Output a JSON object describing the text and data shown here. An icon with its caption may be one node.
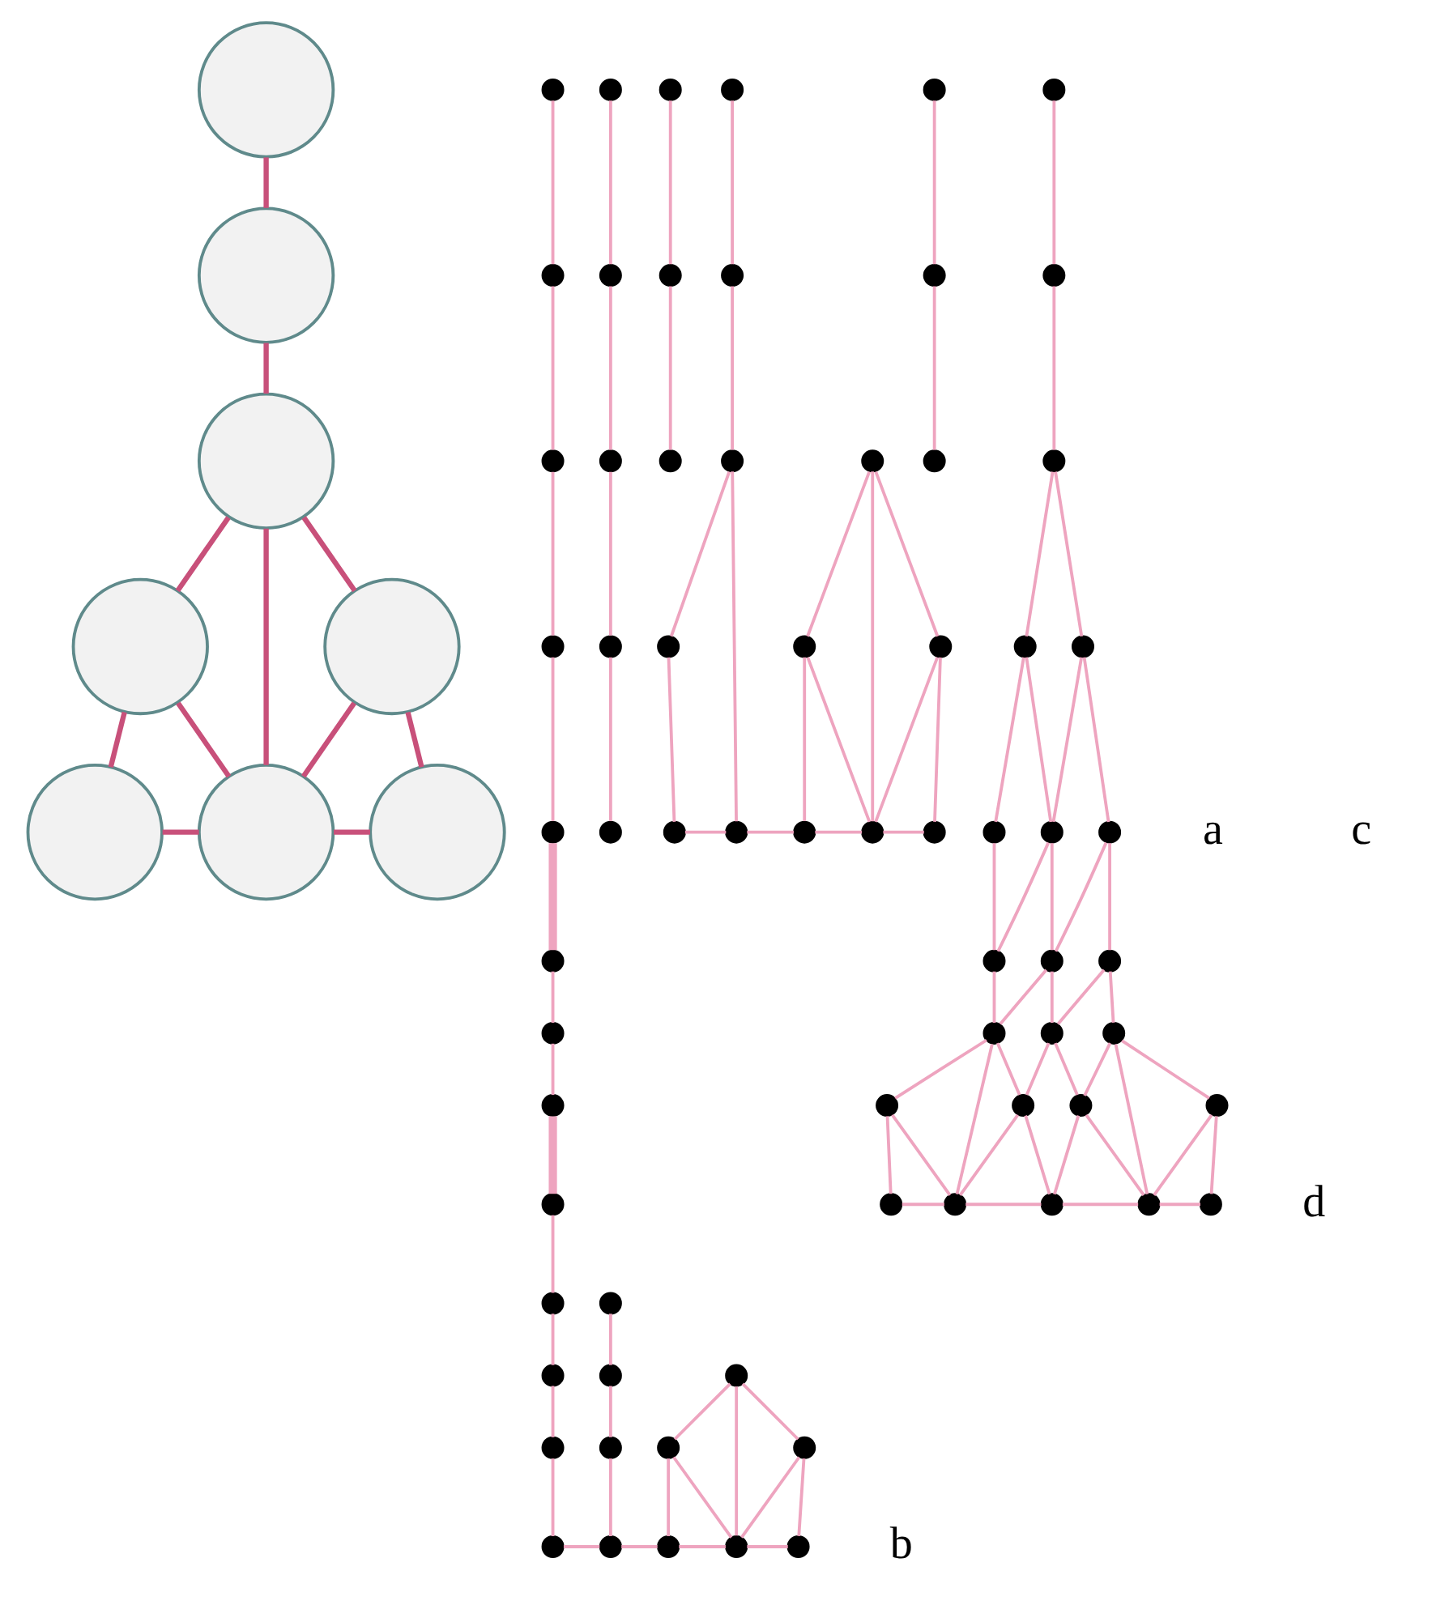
{
  "diagram": {
    "nodes": [
      {
        "text": [],
        "shape": "circle"
      },
      {
        "text": [],
        "shape": "circle"
      },
      {
        "text": [],
        "shape": "circle"
      },
      {
        "text": [],
        "shape": "circle"
      },
      {
        "text": [],
        "shape": "circle"
      },
      {
        "text": [],
        "shape": "circle"
      },
      {
        "text": [],
        "shape": "circle"
      },
      {
        "text": [],
        "shape": "circle"
      },
      {
        "text": [],
        "shape": "circle"
      },
      {
        "text": [],
        "shape": "circle"
      },
      {
        "text": [],
        "shape": "circle"
      },
      {
        "text": [],
        "shape": "circle"
      },
      {
        "text": [],
        "shape": "circle"
      },
      {
        "text": [],
        "shape": "circle"
      },
      {
        "text": [],
        "shape": "circle"
      },
      {
        "text": [],
        "shape": "circle"
      },
      {
        "text": [],
        "shape": "circle"
      },
      {
        "text": [],
        "shape": "circle"
      },
      {
        "text": [],
        "shape": "circle"
      },
      {
        "text": [],
        "shape": "circle"
      },
      {
        "text": [],
        "shape": "circle"
      },
      {
        "text": [],
        "shape": "circle"
      },
      {
        "text": [],
        "shape": "circle"
      },
      {
        "text": [],
        "shape": "circle"
      },
      {
        "text": [],
        "shape": "circle"
      },
      {
        "text": [],
        "shape": "circle"
      },
      {
        "text": [],
        "shape": "circle"
      },
      {
        "text": [],
        "shape": "circle"
      },
      {
        "text": [],
        "shape": "circle"
      },
      {
        "text": [],
        "shape": "circle"
      },
      {
        "text": [],
        "shape": "circle"
      },
      {
        "text": [],
        "shape": "circle"
      },
      {
        "text": [],
        "shape": "circle"
      },
      {
        "text": [],
        "shape": "circle"
      },
      {
        "text": [],
        "shape": "circle"
      },
      {
        "text": [],
        "shape": "circle"
      },
      {
        "text": [],
        "shape": "circle"
      },
      {
        "text": [],
        "shape": "circle"
      },
      {
        "text": [],
        "shape": "circle"
      },
      {
        "text": [],
        "shape": "circle"
      },
      {
        "text": [],
        "shape": "circle"
      },
      {
        "text": [],
        "shape": "circle"
      },
      {
        "text": [],
        "shape": "circle"
      },
      {
        "text": [],
        "shape": "circle"
      },
      {
        "text": [],
        "shape": "circle"
      },
      {
        "text": [],
        "shape": "circle"
      },
      {
        "text": [],
        "shape": "circle"
      },
      {
        "text": [],
        "shape": "circle"
      },
      {
        "text": [],
        "shape": "circle"
      },
      {
        "text": [],
        "shape": "circle"
      },
      {
        "text": [],
        "shape": "circle"
      },
      {
        "text": [],
        "shape": "circle"
      },
      {
        "text": [],
        "shape": "circle"
      },
      {
        "text": [],
        "shape": "circle"
      },
      {
        "text": [],
        "shape": "circle"
      },
      {
        "text": [],
        "shape": "circle"
      },
      {
        "text": [],
        "shape": "circle"
      },
      {
        "text": [],
        "shape": "circle"
      },
      {
        "text": [],
        "shape": "circle"
      },
      {
        "text": [],
        "shape": "circle"
      },
      {
        "text": [],
        "shape": "circle"
      },
      {
        "text": [],
        "shape": "circle"
      },
      {
        "text": [],
        "shape": "circle"
      },
      {
        "text": [],
        "shape": "circle"
      },
      {
        "text": [],
        "shape": "circle"
      },
      {
        "text": [],
        "shape": "circle"
      },
      {
        "text": [],
        "shape": "circle"
      },
      {
        "text": [],
        "shape": "circle"
      },
      {
        "text": [],
        "shape": "circle"
      },
      {
        "text": [],
        "shape": "circle"
      },
      {
        "text": [],
        "shape": "circle"
      },
      {
        "text": [],
        "shape": "circle"
      },
      {
        "text": [],
        "shape": "circle"
      },
      {
        "text": [],
        "shape": "circle"
      },
      {
        "text": [],
        "shape": "circle"
      },
      {
        "text": [],
        "shape": "circle"
      },
      {
        "text": [],
        "shape": "circle"
      }
    ],
    "edges": [
      {
        "from": 0,
        "to": 1,
        "arrow": "none",
        "color": "#c8507a"
      },
      {
        "from": 1,
        "to": 2,
        "arrow": "none",
        "color": "#c8507a"
      },
      {
        "from": 2,
        "to": 3,
        "arrow": "none",
        "color": "#c8507a"
      },
      {
        "from": 2,
        "to": 6,
        "arrow": "none",
        "color": "#c8507a"
      },
      {
        "from": 2,
        "to": 4,
        "arrow": "none",
        "color": "#c8507a"
      },
      {
        "from": 3,
        "to": 5,
        "arrow": "none",
        "color": "#c8507a"
      },
      {
        "from": 3,
        "to": 6,
        "arrow": "none",
        "color": "#c8507a"
      },
      {
        "from": 4,
        "to": 6,
        "arrow": "none",
        "color": "#c8507a"
      },
      {
        "from": 4,
        "to": 7,
        "arrow": "none",
        "color": "#c8507a"
      },
      {
        "from": 5,
        "to": 6,
        "arrow": "none",
        "color": "#c8507a"
      },
      {
        "from": 6,
        "to": 7,
        "arrow": "none",
        "color": "#c8507a"
      },
      {
        "from": 8,
        "to": 9,
        "arrow": "none"
      },
      {
        "from": 9,
        "to": 10,
        "arrow": "none"
      },
      {
        "from": 10,
        "to": 11,
        "arrow": "none"
      },
      {
        "from": 11,
        "to": 12,
        "arrow": "none"
      },
      {
        "from": 12,
        "to": 15,
        "arrow": "none",
        "style": "thick"
      },
      {
        "from": 15,
        "to": 16,
        "arrow": "none"
      },
      {
        "from": 16,
        "to": 17,
        "arrow": "none"
      },
      {
        "from": 17,
        "to": 21,
        "arrow": "none",
        "style": "thick"
      },
      {
        "from": 21,
        "to": 22,
        "arrow": "none"
      },
      {
        "from": 22,
        "to": 23,
        "arrow": "none"
      },
      {
        "from": 23,
        "to": 24,
        "arrow": "none"
      },
      {
        "from": 24,
        "to": 26,
        "arrow": "none"
      },
      {
        "from": 13,
        "to": 18,
        "arrow": "none"
      },
      {
        "from": 18,
        "to": 25,
        "arrow": "none"
      },
      {
        "from": 25,
        "to": 27,
        "arrow": "none"
      },
      {
        "from": 14,
        "to": 19,
        "arrow": "none"
      },
      {
        "from": 19,
        "to": 28,
        "arrow": "none"
      },
      {
        "from": 19,
        "to": 29,
        "arrow": "none"
      },
      {
        "from": 14,
        "to": 29,
        "arrow": "none"
      },
      {
        "from": 14,
        "to": 20,
        "arrow": "none"
      },
      {
        "from": 20,
        "to": 30,
        "arrow": "none"
      },
      {
        "from": 20,
        "to": 29,
        "arrow": "none"
      },
      {
        "from": 26,
        "to": 27,
        "arrow": "none"
      },
      {
        "from": 27,
        "to": 28,
        "arrow": "none"
      },
      {
        "from": 28,
        "to": 29,
        "arrow": "none"
      },
      {
        "from": 29,
        "to": 30,
        "arrow": "none"
      },
      {
        "from": 31,
        "to": 32,
        "arrow": "none"
      },
      {
        "from": 32,
        "to": 33,
        "arrow": "none"
      },
      {
        "from": 33,
        "to": 38,
        "arrow": "none"
      },
      {
        "from": 38,
        "to": 44,
        "arrow": "none"
      },
      {
        "from": 34,
        "to": 39,
        "arrow": "none"
      },
      {
        "from": 39,
        "to": 45,
        "arrow": "none"
      },
      {
        "from": 35,
        "to": 40,
        "arrow": "none"
      },
      {
        "from": 40,
        "to": 46,
        "arrow": "none"
      },
      {
        "from": 36,
        "to": 41,
        "arrow": "none"
      },
      {
        "from": 41,
        "to": 48,
        "arrow": "none"
      },
      {
        "from": 37,
        "to": 42,
        "arrow": "none"
      },
      {
        "from": 42,
        "to": 51,
        "arrow": "none"
      },
      {
        "from": 42,
        "to": 52,
        "arrow": "none"
      },
      {
        "from": 37,
        "to": 52,
        "arrow": "none"
      },
      {
        "from": 37,
        "to": 43,
        "arrow": "none"
      },
      {
        "from": 43,
        "to": 53,
        "arrow": "none"
      },
      {
        "from": 43,
        "to": 52,
        "arrow": "none"
      },
      {
        "from": 47,
        "to": 49,
        "arrow": "none"
      },
      {
        "from": 46,
        "to": 47,
        "arrow": "none"
      },
      {
        "from": 46,
        "to": 50,
        "arrow": "none"
      },
      {
        "from": 49,
        "to": 50,
        "arrow": "none"
      },
      {
        "from": 50,
        "to": 51,
        "arrow": "none"
      },
      {
        "from": 51,
        "to": 52,
        "arrow": "none"
      },
      {
        "from": 52,
        "to": 53,
        "arrow": "none"
      },
      {
        "from": 54,
        "to": 55,
        "arrow": "none"
      },
      {
        "from": 55,
        "to": 56,
        "arrow": "none"
      },
      {
        "from": 56,
        "to": 57,
        "arrow": "none"
      },
      {
        "from": 56,
        "to": 58,
        "arrow": "none"
      },
      {
        "from": 57,
        "to": 59,
        "arrow": "none"
      },
      {
        "from": 57,
        "to": 60,
        "arrow": "none"
      },
      {
        "from": 58,
        "to": 60,
        "arrow": "none"
      },
      {
        "from": 58,
        "to": 61,
        "arrow": "none"
      },
      {
        "from": 59,
        "to": 62,
        "arrow": "none"
      },
      {
        "from": 60,
        "to": 62,
        "arrow": "none"
      },
      {
        "from": 60,
        "to": 63,
        "arrow": "none"
      },
      {
        "from": 61,
        "to": 63,
        "arrow": "none"
      },
      {
        "from": 61,
        "to": 64,
        "arrow": "none"
      },
      {
        "from": 62,
        "to": 65,
        "arrow": "none"
      },
      {
        "from": 63,
        "to": 65,
        "arrow": "none"
      },
      {
        "from": 63,
        "to": 66,
        "arrow": "none"
      },
      {
        "from": 64,
        "to": 66,
        "arrow": "none"
      },
      {
        "from": 64,
        "to": 67,
        "arrow": "none"
      },
      {
        "from": 65,
        "to": 68,
        "arrow": "none"
      },
      {
        "from": 65,
        "to": 69,
        "arrow": "none"
      },
      {
        "from": 65,
        "to": 73,
        "arrow": "none"
      },
      {
        "from": 66,
        "to": 69,
        "arrow": "none"
      },
      {
        "from": 66,
        "to": 70,
        "arrow": "none"
      },
      {
        "from": 67,
        "to": 70,
        "arrow": "none"
      },
      {
        "from": 67,
        "to": 71,
        "arrow": "none"
      },
      {
        "from": 67,
        "to": 75,
        "arrow": "none"
      },
      {
        "from": 68,
        "to": 72,
        "arrow": "none"
      },
      {
        "from": 68,
        "to": 73,
        "arrow": "none"
      },
      {
        "from": 69,
        "to": 73,
        "arrow": "none"
      },
      {
        "from": 69,
        "to": 74,
        "arrow": "none"
      },
      {
        "from": 70,
        "to": 74,
        "arrow": "none"
      },
      {
        "from": 70,
        "to": 75,
        "arrow": "none"
      },
      {
        "from": 71,
        "to": 75,
        "arrow": "none"
      },
      {
        "from": 71,
        "to": 76,
        "arrow": "none"
      },
      {
        "from": 72,
        "to": 73,
        "arrow": "none"
      },
      {
        "from": 73,
        "to": 74,
        "arrow": "none"
      },
      {
        "from": 74,
        "to": 75,
        "arrow": "none"
      },
      {
        "from": 75,
        "to": 76,
        "arrow": "none"
      }
    ],
    "labels": [
      "a",
      "b",
      "c",
      "d"
    ]
  }
}
